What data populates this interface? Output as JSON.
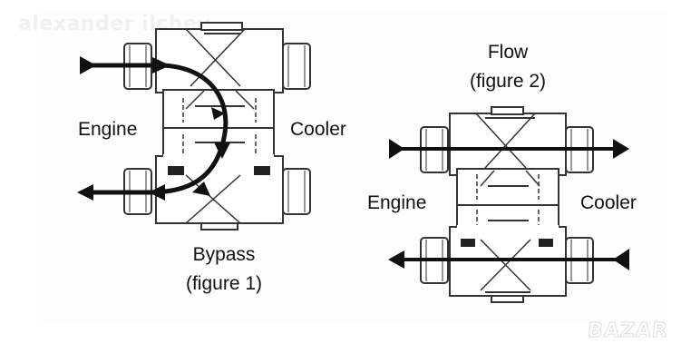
{
  "watermark": "alexander ilchev",
  "logo": "BAZAR",
  "figure1": {
    "title": "Bypass",
    "caption": "(figure 1)",
    "left_label": "Engine",
    "right_label": "Cooler"
  },
  "figure2": {
    "title": "Flow",
    "caption": "(figure 2)",
    "left_label": "Engine",
    "right_label": "Cooler"
  },
  "colors": {
    "ink": "#111111",
    "outline": "#333333",
    "panel": "#fdfdfd"
  }
}
